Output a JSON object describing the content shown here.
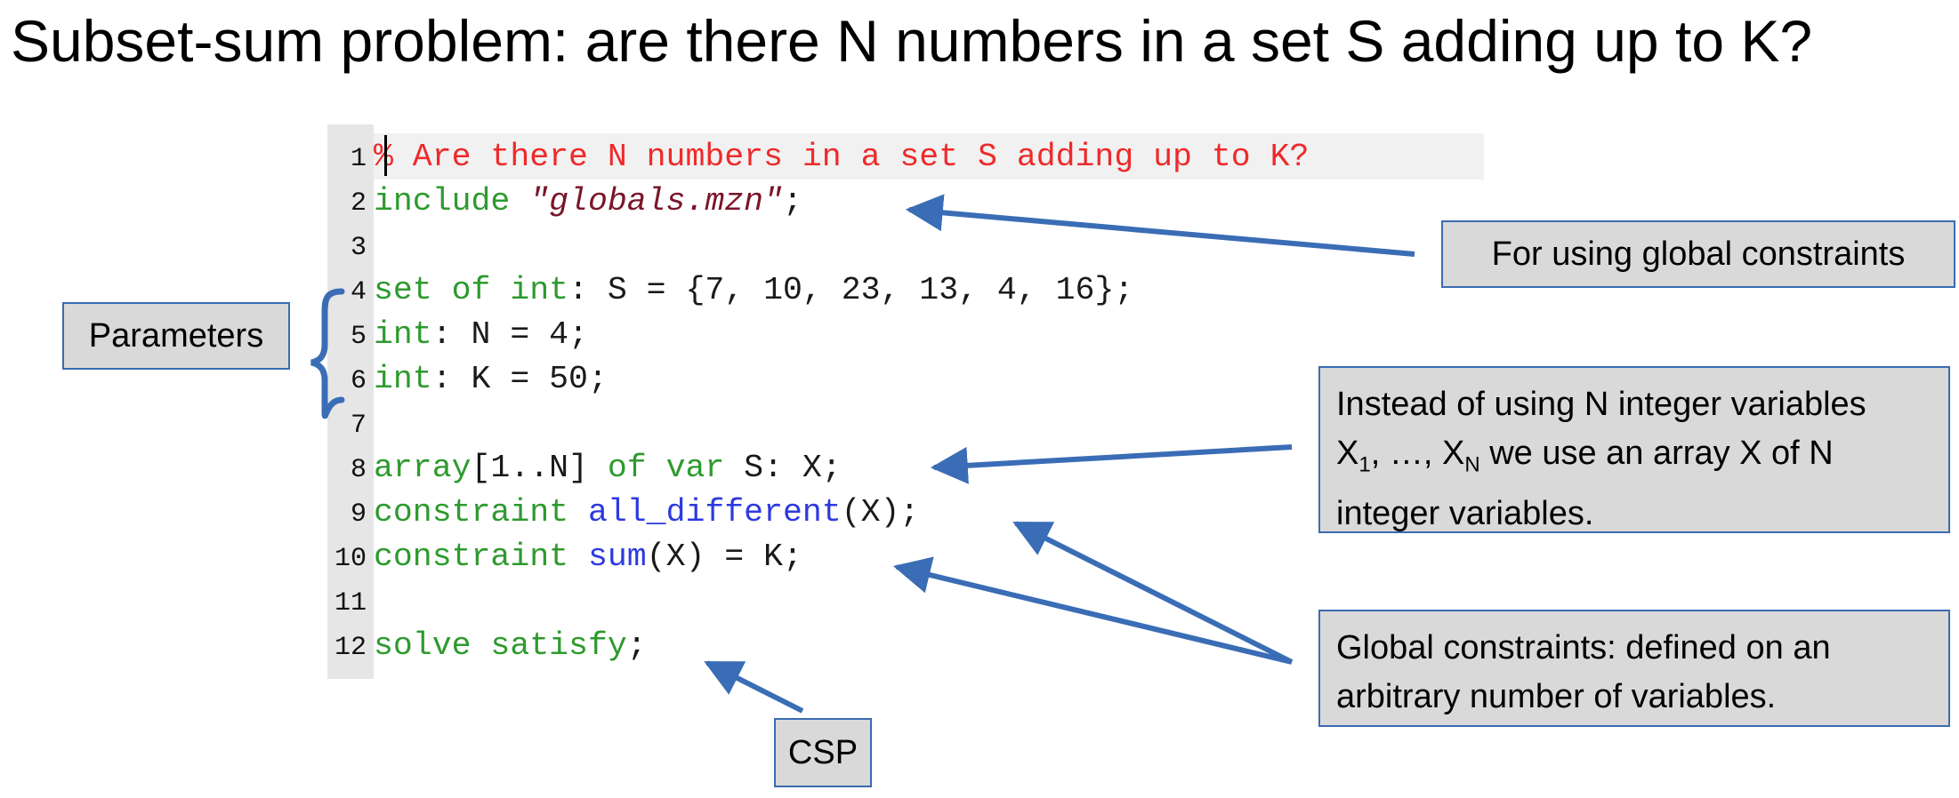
{
  "title": "Subset-sum problem: are there N numbers in a set S adding up to K?",
  "code": {
    "lines": [
      {
        "n": "1",
        "segments": [
          {
            "t": "% Are there N numbers in a set S adding up to K?",
            "c": "comment"
          }
        ]
      },
      {
        "n": "2",
        "segments": [
          {
            "t": "include ",
            "c": "kw"
          },
          {
            "t": "\"globals.mzn\"",
            "c": "str"
          },
          {
            "t": ";",
            "c": "plain"
          }
        ]
      },
      {
        "n": "3",
        "segments": []
      },
      {
        "n": "4",
        "segments": [
          {
            "t": "set of int",
            "c": "kw"
          },
          {
            "t": ": S = {7, 10, 23, 13, 4, 16};",
            "c": "plain"
          }
        ]
      },
      {
        "n": "5",
        "segments": [
          {
            "t": "int",
            "c": "kw"
          },
          {
            "t": ": N = 4;",
            "c": "plain"
          }
        ]
      },
      {
        "n": "6",
        "segments": [
          {
            "t": "int",
            "c": "kw"
          },
          {
            "t": ": K = 50;",
            "c": "plain"
          }
        ]
      },
      {
        "n": "7",
        "segments": []
      },
      {
        "n": "8",
        "segments": [
          {
            "t": "array",
            "c": "kw"
          },
          {
            "t": "[1..N] ",
            "c": "plain"
          },
          {
            "t": "of var",
            "c": "kw"
          },
          {
            "t": " S: X;",
            "c": "plain"
          }
        ]
      },
      {
        "n": "9",
        "segments": [
          {
            "t": "constraint ",
            "c": "kw"
          },
          {
            "t": "all_different",
            "c": "fn"
          },
          {
            "t": "(X);",
            "c": "plain"
          }
        ]
      },
      {
        "n": "10",
        "segments": [
          {
            "t": "constraint ",
            "c": "kw"
          },
          {
            "t": "sum",
            "c": "fn"
          },
          {
            "t": "(X) = K;",
            "c": "plain"
          }
        ]
      },
      {
        "n": "11",
        "segments": []
      },
      {
        "n": "12",
        "segments": [
          {
            "t": "solve satisfy",
            "c": "kw"
          },
          {
            "t": ";",
            "c": "plain"
          }
        ]
      }
    ]
  },
  "callouts": {
    "global": "For using global constraints",
    "parameters": "Parameters",
    "array": {
      "line1": "Instead of using N integer variables",
      "x1": "X",
      "x1_sub": "1",
      "sep": ", …, ",
      "xn": "X",
      "xn_sub": "N",
      "line2_rest": " we use an array X of N",
      "line3": "integer variables."
    },
    "constraints": {
      "line1": "Global constraints: defined on an",
      "line2": "arbitrary number of variables."
    },
    "csp": "CSP"
  },
  "colors": {
    "arrow": "#3a6db5",
    "box_fill": "#d9d9d9",
    "box_border": "#3b6bb0",
    "comment": "#ee2a2a",
    "keyword": "#2e9a2e",
    "string": "#7a1528",
    "function": "#2d3adf"
  }
}
